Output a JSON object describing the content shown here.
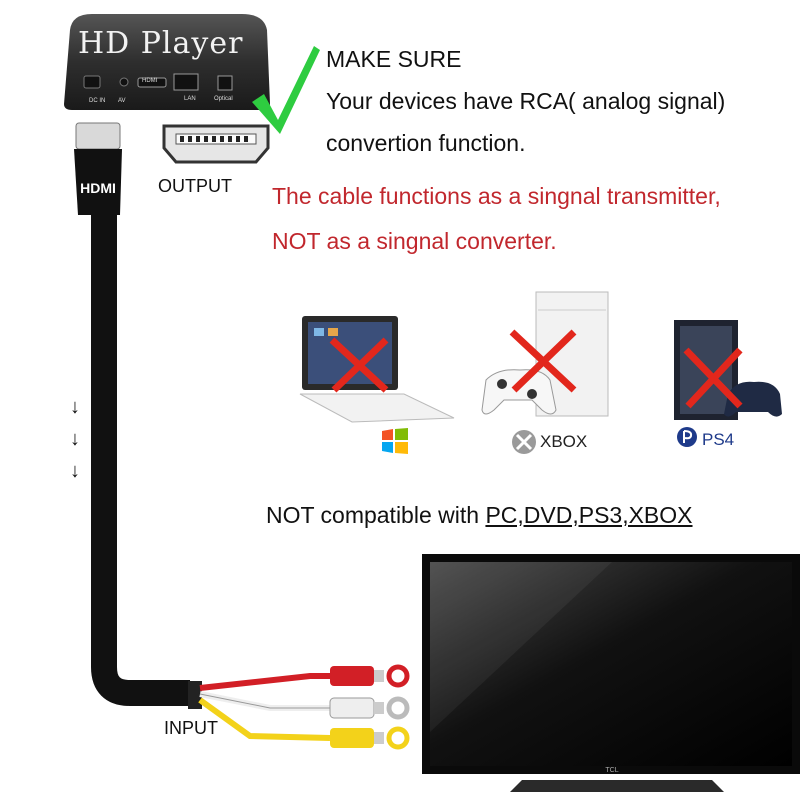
{
  "player": {
    "title": "HD Player",
    "ports": [
      "DC IN",
      "AV",
      "HDMI",
      "LAN",
      "Optical"
    ]
  },
  "output_label": "OUTPUT",
  "hdmi_plug_label": "HDMI",
  "notice": {
    "heading": "MAKE SURE",
    "line1": "Your devices have RCA( analog signal)",
    "line2": "convertion function.",
    "warn1": "The cable functions as a singnal transmitter,",
    "warn2": "NOT as a singnal converter."
  },
  "devices": [
    {
      "icon": "laptop-icon",
      "brand": "windows-logo"
    },
    {
      "icon": "xbox-console-icon",
      "brand": "XBOX"
    },
    {
      "icon": "ps4-console-icon",
      "brand": "PS4"
    }
  ],
  "compat": {
    "prefix": "NOT compatible with ",
    "list": "PC,DVD,PS3,XBOX"
  },
  "arrows": [
    "↓",
    "↓",
    "↓"
  ],
  "input_label": "INPUT",
  "tv_brand": "TCL",
  "rca_colors": {
    "red": "#d21f26",
    "white": "#eeeeee",
    "yellow": "#f3d21a"
  },
  "accent": {
    "check": "#2ecc40",
    "warn": "#c1272d",
    "cross": "#e2271c"
  }
}
